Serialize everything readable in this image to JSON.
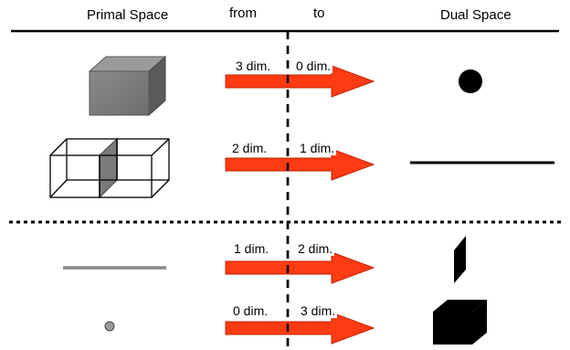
{
  "headers": {
    "primal": "Primal Space",
    "from": "from",
    "to": "to",
    "dual": "Dual Space"
  },
  "rows": [
    {
      "from": "3 dim.",
      "to": "0 dim.",
      "primal_icon": "gray-cube-icon",
      "dual_icon": "black-dot-icon"
    },
    {
      "from": "2 dim.",
      "to": "1 dim.",
      "primal_icon": "two-wireframe-boxes-shared-face-icon",
      "dual_icon": "black-line-icon"
    },
    {
      "from": "1 dim.",
      "to": "2 dim.",
      "primal_icon": "gray-line-icon",
      "dual_icon": "black-parallelogram-face-icon"
    },
    {
      "from": "0 dim.",
      "to": "3 dim.",
      "primal_icon": "gray-dot-icon",
      "dual_icon": "black-cube-icon"
    }
  ],
  "colors": {
    "arrow_fill": "#ff3b14",
    "arrow_stroke": "#c02000",
    "primal_gray": "#777777",
    "dual_black": "#000000"
  }
}
